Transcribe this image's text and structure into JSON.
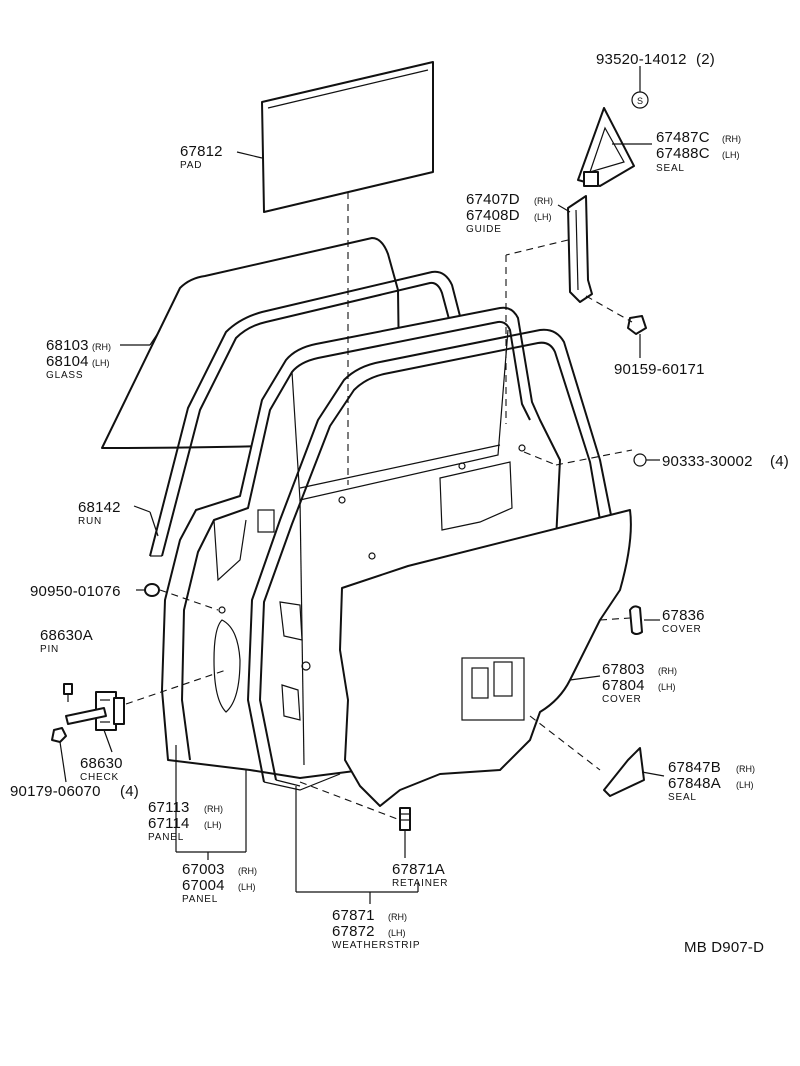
{
  "drawing_code": "MB D907-D",
  "callouts": {
    "pad": {
      "number": "67812",
      "name": "PAD"
    },
    "screw_top": {
      "number": "93520-14012",
      "qty": "(2)",
      "symbol": "S"
    },
    "seal_window": {
      "number_rh": "67487C",
      "suffix_rh": "(RH)",
      "number_lh": "67488C",
      "suffix_lh": "(LH)",
      "name": "SEAL"
    },
    "guide": {
      "number_rh": "67407D",
      "suffix_rh": "(RH)",
      "number_lh": "67408D",
      "suffix_lh": "(LH)",
      "name": "GUIDE"
    },
    "glass": {
      "number_rh": "68103",
      "suffix_rh": "(RH)",
      "number_lh": "68104",
      "suffix_lh": "(LH)",
      "name": "GLASS"
    },
    "bolt_guide": {
      "number": "90159-60171"
    },
    "clip_top": {
      "number": "90333-30002",
      "qty": "(4)"
    },
    "run": {
      "number": "68142",
      "name": "RUN"
    },
    "plug_left": {
      "number": "90950-01076"
    },
    "cover_small": {
      "number": "67836",
      "name": "COVER"
    },
    "pin": {
      "number": "68630A",
      "name": "PIN"
    },
    "cover_panel": {
      "number_rh": "67803",
      "suffix_rh": "(RH)",
      "number_lh": "67804",
      "suffix_lh": "(LH)",
      "name": "COVER"
    },
    "check": {
      "number": "68630",
      "name": "CHECK"
    },
    "nut_check": {
      "number": "90179-06070",
      "qty": "(4)"
    },
    "seal_lower": {
      "number_rh": "67847B",
      "suffix_rh": "(RH)",
      "number_lh": "67848A",
      "suffix_lh": "(LH)",
      "name": "SEAL"
    },
    "panel_inner": {
      "number_rh": "67113",
      "suffix_rh": "(RH)",
      "number_lh": "67114",
      "suffix_lh": "(LH)",
      "name": "PANEL"
    },
    "retainer": {
      "number": "67871A",
      "name": "RETAINER"
    },
    "panel_door": {
      "number_rh": "67003",
      "suffix_rh": "(RH)",
      "number_lh": "67004",
      "suffix_lh": "(LH)",
      "name": "PANEL"
    },
    "weatherstrip": {
      "number_rh": "67871",
      "suffix_rh": "(RH)",
      "number_lh": "67872",
      "suffix_lh": "(LH)",
      "name": "WEATHERSTRIP"
    }
  }
}
